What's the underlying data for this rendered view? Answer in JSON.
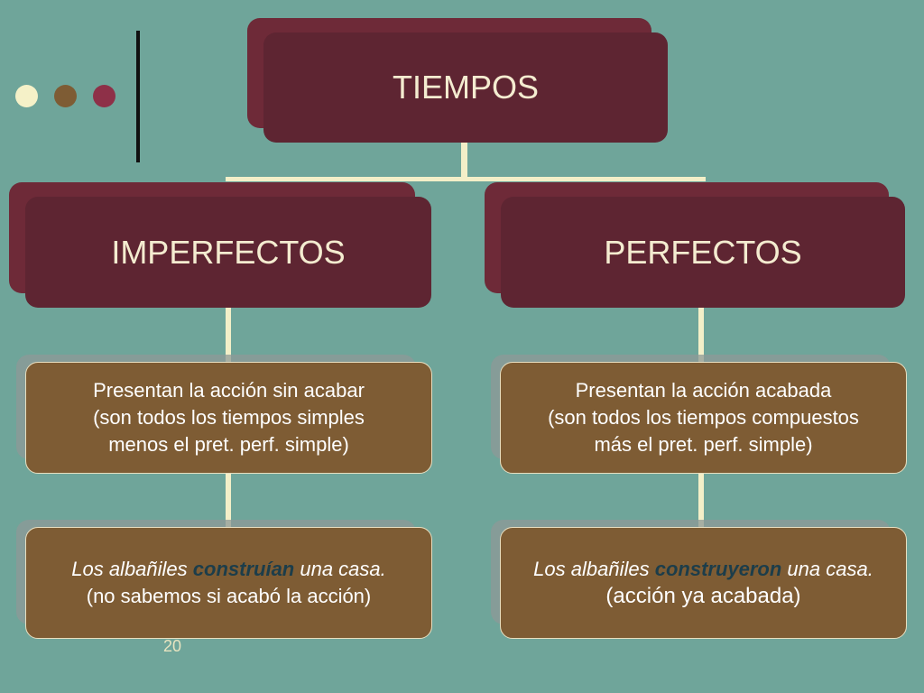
{
  "decor": {
    "dots": [
      "#f5f1c8",
      "#7e5c34",
      "#8e3048"
    ]
  },
  "root": {
    "title": "TIEMPOS"
  },
  "left": {
    "title": "IMPERFECTOS",
    "description": [
      "Presentan la acción sin acabar",
      "(son todos los tiempos simples",
      "menos el pret. perf. simple)"
    ],
    "example": {
      "before": "Los albañiles ",
      "verb": "construían",
      "after": " una casa.",
      "note": "(no sabemos si acabó la acción)"
    }
  },
  "right": {
    "title": "PERFECTOS",
    "description": [
      "Presentan la acción acabada",
      "(son todos los tiempos compuestos",
      "más el pret. perf. simple)"
    ],
    "example": {
      "before": "Los albañiles ",
      "verb": "construyeron",
      "after": " una casa.",
      "note": "(acción ya acabada)"
    }
  },
  "slide_number": "20"
}
